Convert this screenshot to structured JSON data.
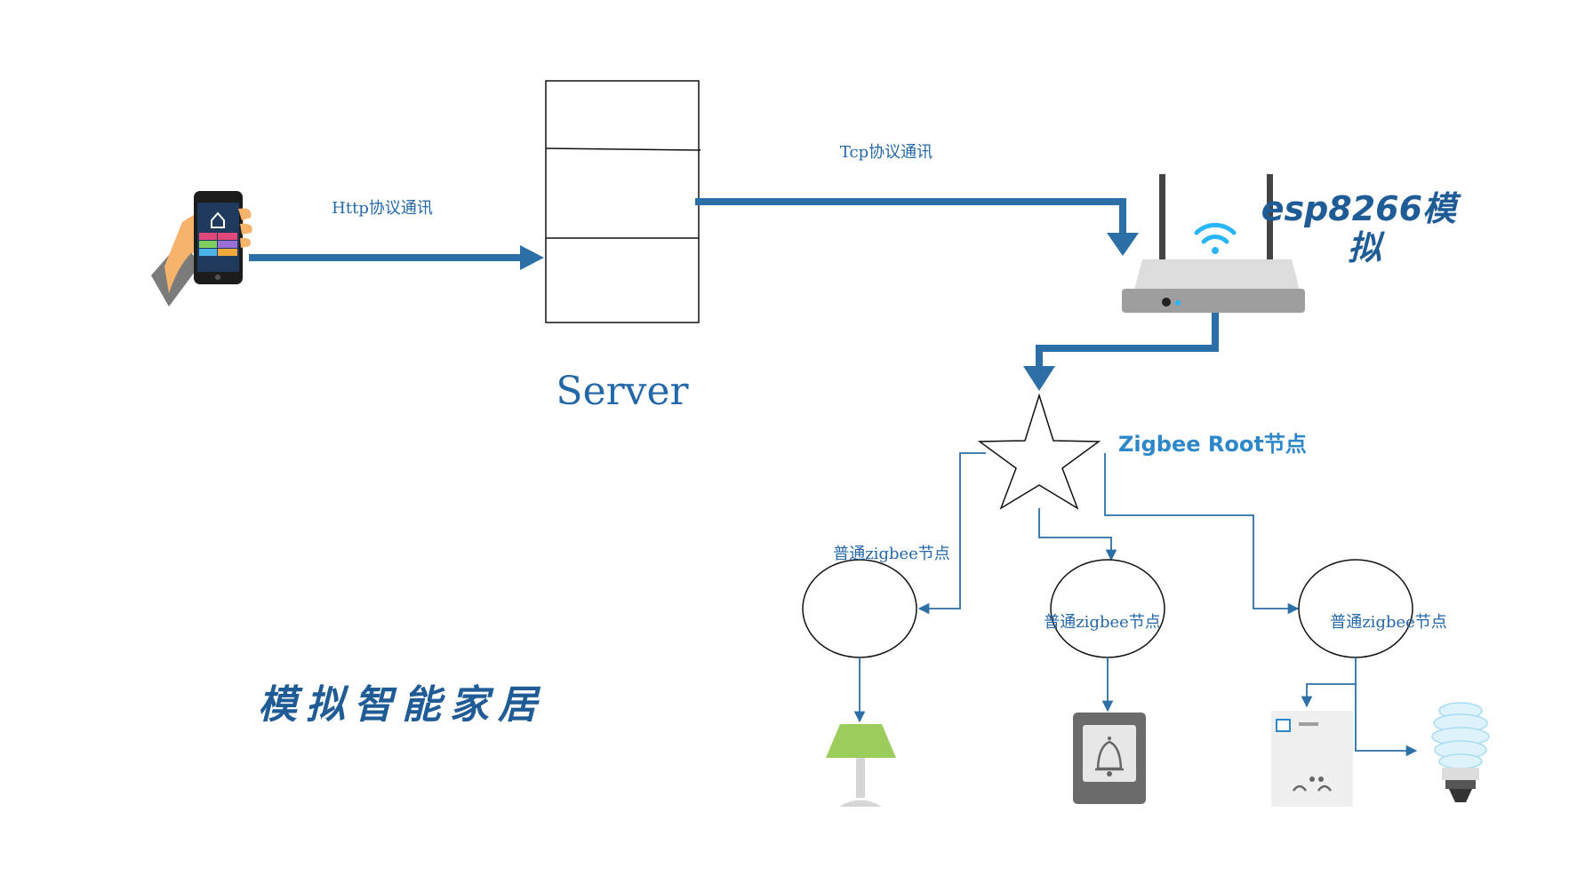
{
  "labels": {
    "http": "Http协议通讯",
    "tcp": "Tcp协议通讯",
    "server": "Server",
    "esp_line1": "esp8266模",
    "esp_line2": "拟",
    "zigbee_root": "Zigbee Root节点",
    "node_left": "普通zigbee节点",
    "node_middle": "普通zigbee节点",
    "node_right": "普通zigbee节点",
    "title": "模拟智能家居"
  },
  "icons": {
    "phone": "hand-holding-phone-icon",
    "router": "wifi-router-icon",
    "root_node": "star-icon",
    "lamp": "table-lamp-icon",
    "doorbell": "doorbell-icon",
    "water_heater": "water-heater-icon",
    "bulb": "light-bulb-icon"
  },
  "colors": {
    "connector_blue": "#2b6fa6",
    "label_blue": "#2468a8",
    "zigbee_label": "#2d88c9",
    "wifi_blue": "#29b6f6",
    "lamp_green": "#9ccc5c"
  }
}
